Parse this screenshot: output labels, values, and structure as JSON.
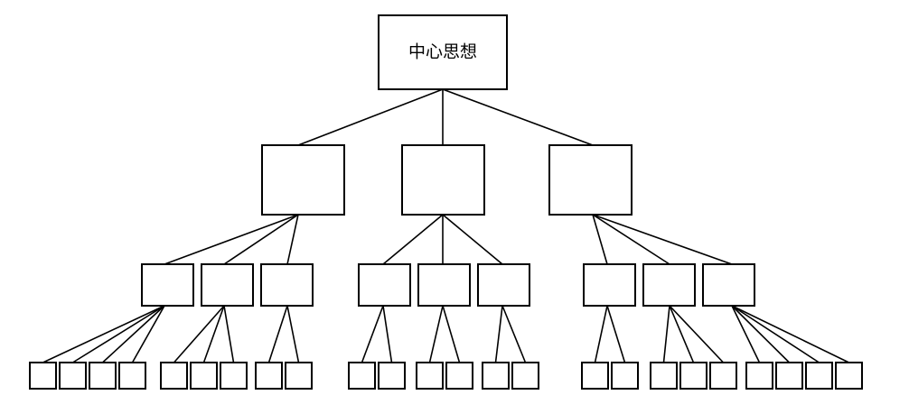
{
  "diagram": {
    "root_label": "中心思想",
    "branches": [
      {
        "children": [
          4,
          3,
          2
        ]
      },
      {
        "children": [
          2,
          2,
          2
        ]
      },
      {
        "children": [
          2,
          3,
          4
        ]
      }
    ]
  }
}
